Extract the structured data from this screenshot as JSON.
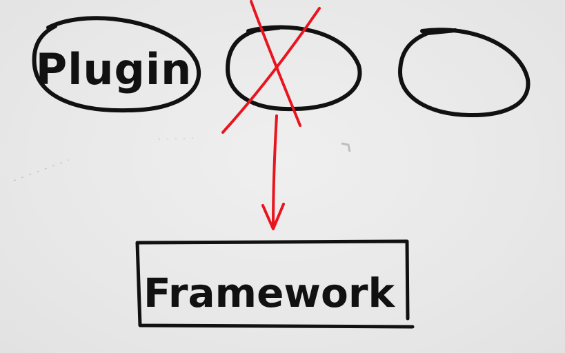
{
  "diagram": {
    "nodes": [
      {
        "id": "plugin",
        "label": "Plugin",
        "shape": "ellipse",
        "crossed_out": false
      },
      {
        "id": "crossed-plugin",
        "label": "",
        "shape": "ellipse",
        "crossed_out": true
      },
      {
        "id": "empty-plugin",
        "label": "",
        "shape": "ellipse",
        "crossed_out": false
      },
      {
        "id": "framework",
        "label": "Framework",
        "shape": "rectangle",
        "crossed_out": false
      }
    ],
    "edges": [
      {
        "from": "crossed-plugin",
        "to": "framework",
        "style": "arrow"
      }
    ],
    "colors": {
      "ink": "#111111",
      "marker_red": "#e8141e",
      "board": "#e9e9e9"
    }
  }
}
